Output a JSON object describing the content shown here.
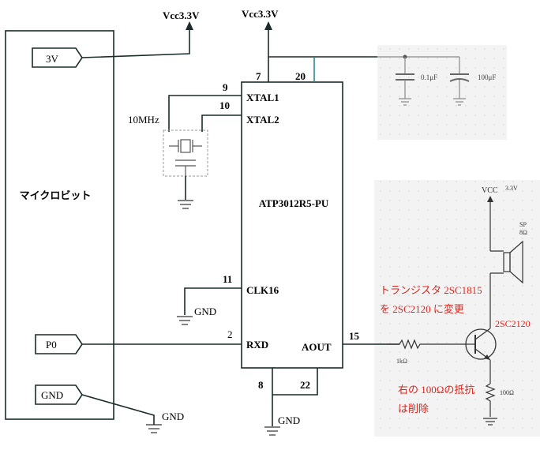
{
  "labels": {
    "vcc_left": "Vcc3.3V",
    "vcc_right": "Vcc3.3V",
    "microbit": "マイクロビット",
    "pin_3v": "3V",
    "pin_p0": "P0",
    "pin_gnd": "GND",
    "ic_name": "ATP3012R5-PU",
    "xtal1": "XTAL1",
    "xtal2": "XTAL2",
    "clk16": "CLK16",
    "rxd": "RXD",
    "aout": "AOUT",
    "pin9": "9",
    "pin10": "10",
    "pin7": "7",
    "pin20": "20",
    "pin11": "11",
    "pin2": "2",
    "pin15": "15",
    "pin8": "8",
    "pin22": "22",
    "crystal": "10MHz",
    "gnd_clk": "GND",
    "gnd_bottom": "GND",
    "gnd_microbit": "GND",
    "cap1": "0.1μF",
    "cap2": "100μF",
    "vcc_amp": "VCC",
    "vcc_amp_value": "3.3V",
    "sp": "SP",
    "sp_ohm": "8Ω",
    "r_base": "1kΩ",
    "r_emitter": "100Ω",
    "transistor": "2SC2120",
    "note1_line1": "トランジスタ 2SC1815",
    "note1_line2": "を 2SC2120 に変更",
    "note2_line1": "右の 100Ωの抵抗",
    "note2_line2": "は削除"
  },
  "colors": {
    "wire": "#1b2b2b",
    "annotation": "#e0241c",
    "panel": "#f2f2f2"
  }
}
